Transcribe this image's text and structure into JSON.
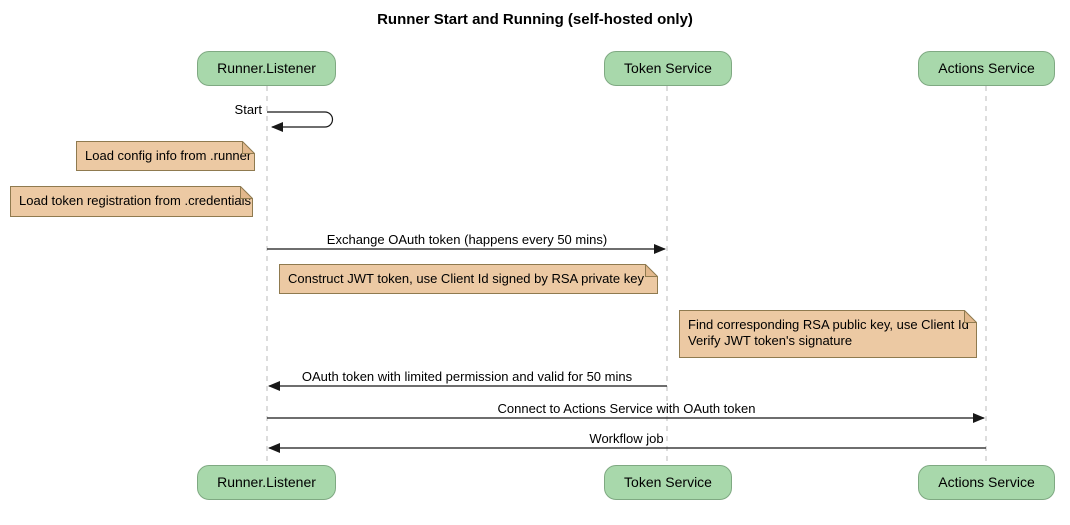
{
  "title": "Runner Start and Running (self-hosted only)",
  "diagram_type": "sequence-diagram",
  "participants": [
    {
      "name": "Runner.Listener"
    },
    {
      "name": "Token Service"
    },
    {
      "name": "Actions Service"
    }
  ],
  "messages": {
    "start": "Start",
    "exchange": "Exchange OAuth token (happens every 50 mins)",
    "oauth_return": "OAuth token with limited permission and valid for 50 mins",
    "connect": "Connect to Actions Service with OAuth token",
    "workflow": "Workflow job"
  },
  "notes": {
    "load_config": "Load config info from .runner",
    "load_token": "Load token registration from .credentials",
    "construct_jwt": "Construct JWT token, use Client Id signed by RSA private key",
    "find_rsa_line1": "Find corresponding RSA public key, use Client Id",
    "find_rsa_line2": "Verify JWT token's signature"
  },
  "colors": {
    "participant_fill": "#A8D8AB",
    "participant_border": "#7FA982",
    "note_fill": "#ECC9A3",
    "note_border": "#8F7A4F",
    "note_fold": "#E2B88C",
    "lifeline": "#BBBBBB",
    "arrow": "#181818",
    "background": "#FFFFFF",
    "text": "#000000"
  }
}
